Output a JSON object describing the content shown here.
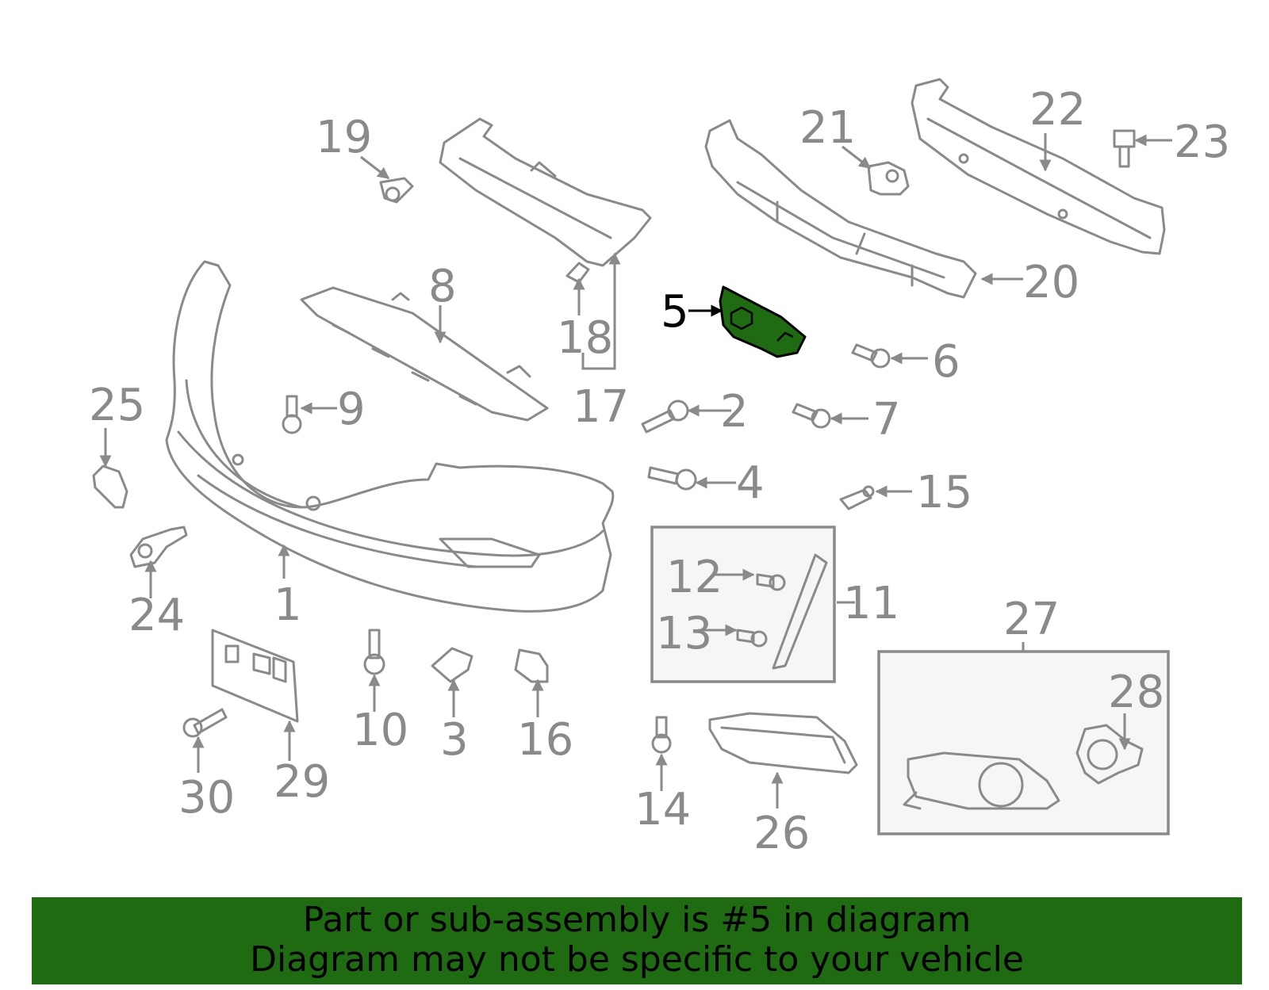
{
  "diagram": {
    "highlight_color": "#1e6b12",
    "highlighted_part": "5",
    "labels": {
      "p1": "1",
      "p2": "2",
      "p3": "3",
      "p4": "4",
      "p5": "5",
      "p6": "6",
      "p7": "7",
      "p8": "8",
      "p9": "9",
      "p10": "10",
      "p11": "11",
      "p12": "12",
      "p13": "13",
      "p14": "14",
      "p15": "15",
      "p16": "16",
      "p17": "17",
      "p18": "18",
      "p19": "19",
      "p20": "20",
      "p21": "21",
      "p22": "22",
      "p23": "23",
      "p24": "24",
      "p25": "25",
      "p26": "26",
      "p27": "27",
      "p28": "28",
      "p29": "29",
      "p30": "30"
    }
  },
  "footer": {
    "line1": "Part or sub-assembly is #5 in diagram",
    "line2": "Diagram may not be specific to your vehicle"
  }
}
